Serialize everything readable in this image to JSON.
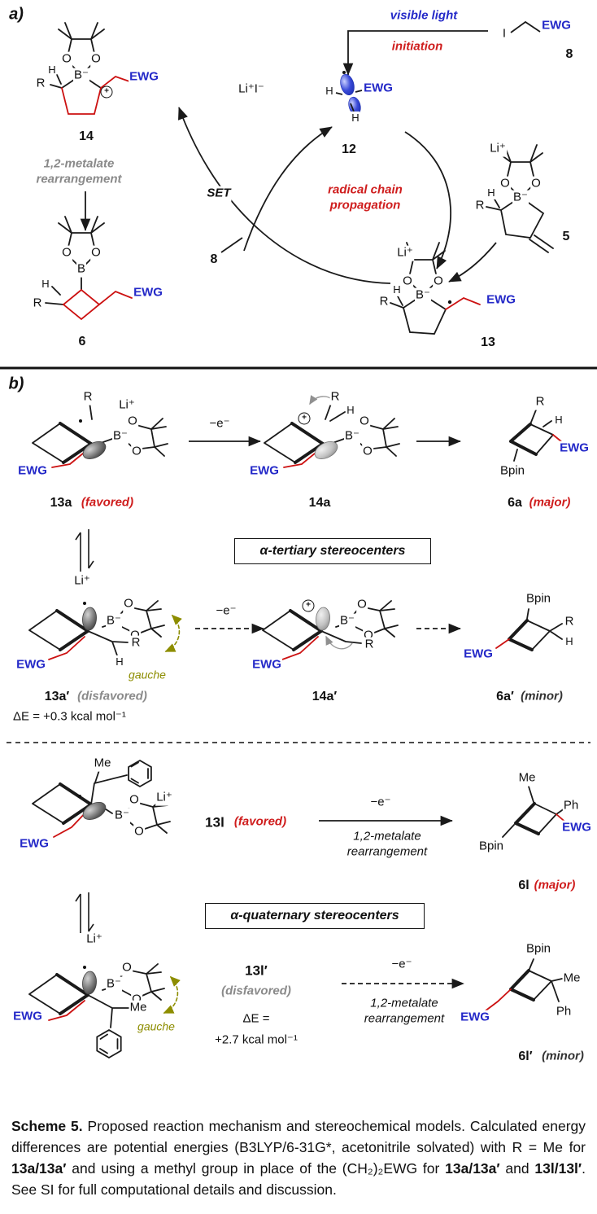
{
  "colors": {
    "blue": "#2429c8",
    "red": "#cf1d1d",
    "gray": "#8a8a8a",
    "olive": "#8d8d00",
    "bond_red": "#cc1111"
  },
  "atoms": {
    "o": "O",
    "b": "B",
    "b_ate": "B⁻",
    "r": "R",
    "h": "H",
    "li": "Li⁺",
    "ewg": "EWG",
    "me": "Me",
    "ph": "Ph",
    "bpin": "Bpin",
    "i": "I",
    "plus": "+",
    "radical": "•"
  },
  "panel_a": {
    "label": "a)",
    "compound_14": "14",
    "compound_6": "6",
    "compound_5": "5",
    "compound_13": "13",
    "compound_12": "12",
    "compound_8": "8",
    "compound_8_cycle": "8",
    "li_iodide": "Li⁺I⁻",
    "set": "SET",
    "visible_light": "visible light",
    "initiation": "initiation",
    "radical_chain": "radical chain\npropagation",
    "metalate_rearrangement": "1,2-metalate\nrearrangement"
  },
  "panel_b": {
    "label": "b)",
    "e_minus": "−e⁻",
    "compound_13a": "13a",
    "favored": "(favored)",
    "compound_14a": "14a",
    "compound_6a": "6a",
    "major": "(major)",
    "alpha_tertiary": "α-tertiary stereocenters",
    "compound_13a_prime": "13a′",
    "disfavored": "(disfavored)",
    "delta_e_a": "ΔE = +0.3 kcal mol⁻¹",
    "gauche": "gauche",
    "compound_14a_prime": "14a′",
    "compound_6a_prime": "6a′",
    "minor": "(minor)",
    "compound_13l": "13l",
    "compound_6l": "6l",
    "alpha_quaternary": "α-quaternary stereocenters",
    "compound_13l_prime": "13l′",
    "delta_e_l_1": "ΔE =",
    "delta_e_l_2": "+2.7 kcal mol⁻¹",
    "compound_6l_prime": "6l′",
    "metalate_rearrangement": "1,2-metalate\nrearrangement"
  },
  "caption": {
    "scheme_bold": "Scheme 5.",
    "part1": " Proposed reaction mechanism and stereochemical models. Calculated energy differences are potential energies (B3LYP/6-31G*, acetonitrile solvated) with R = Me for ",
    "bold1": "13a/13a′",
    "part2": " and using a methyl group in place of the (CH₂)₂EWG for ",
    "bold2": "13a/13a′",
    "part3": " and ",
    "bold3": "13l/13l′",
    "part4": ". See SI for full computational details and discussion."
  }
}
